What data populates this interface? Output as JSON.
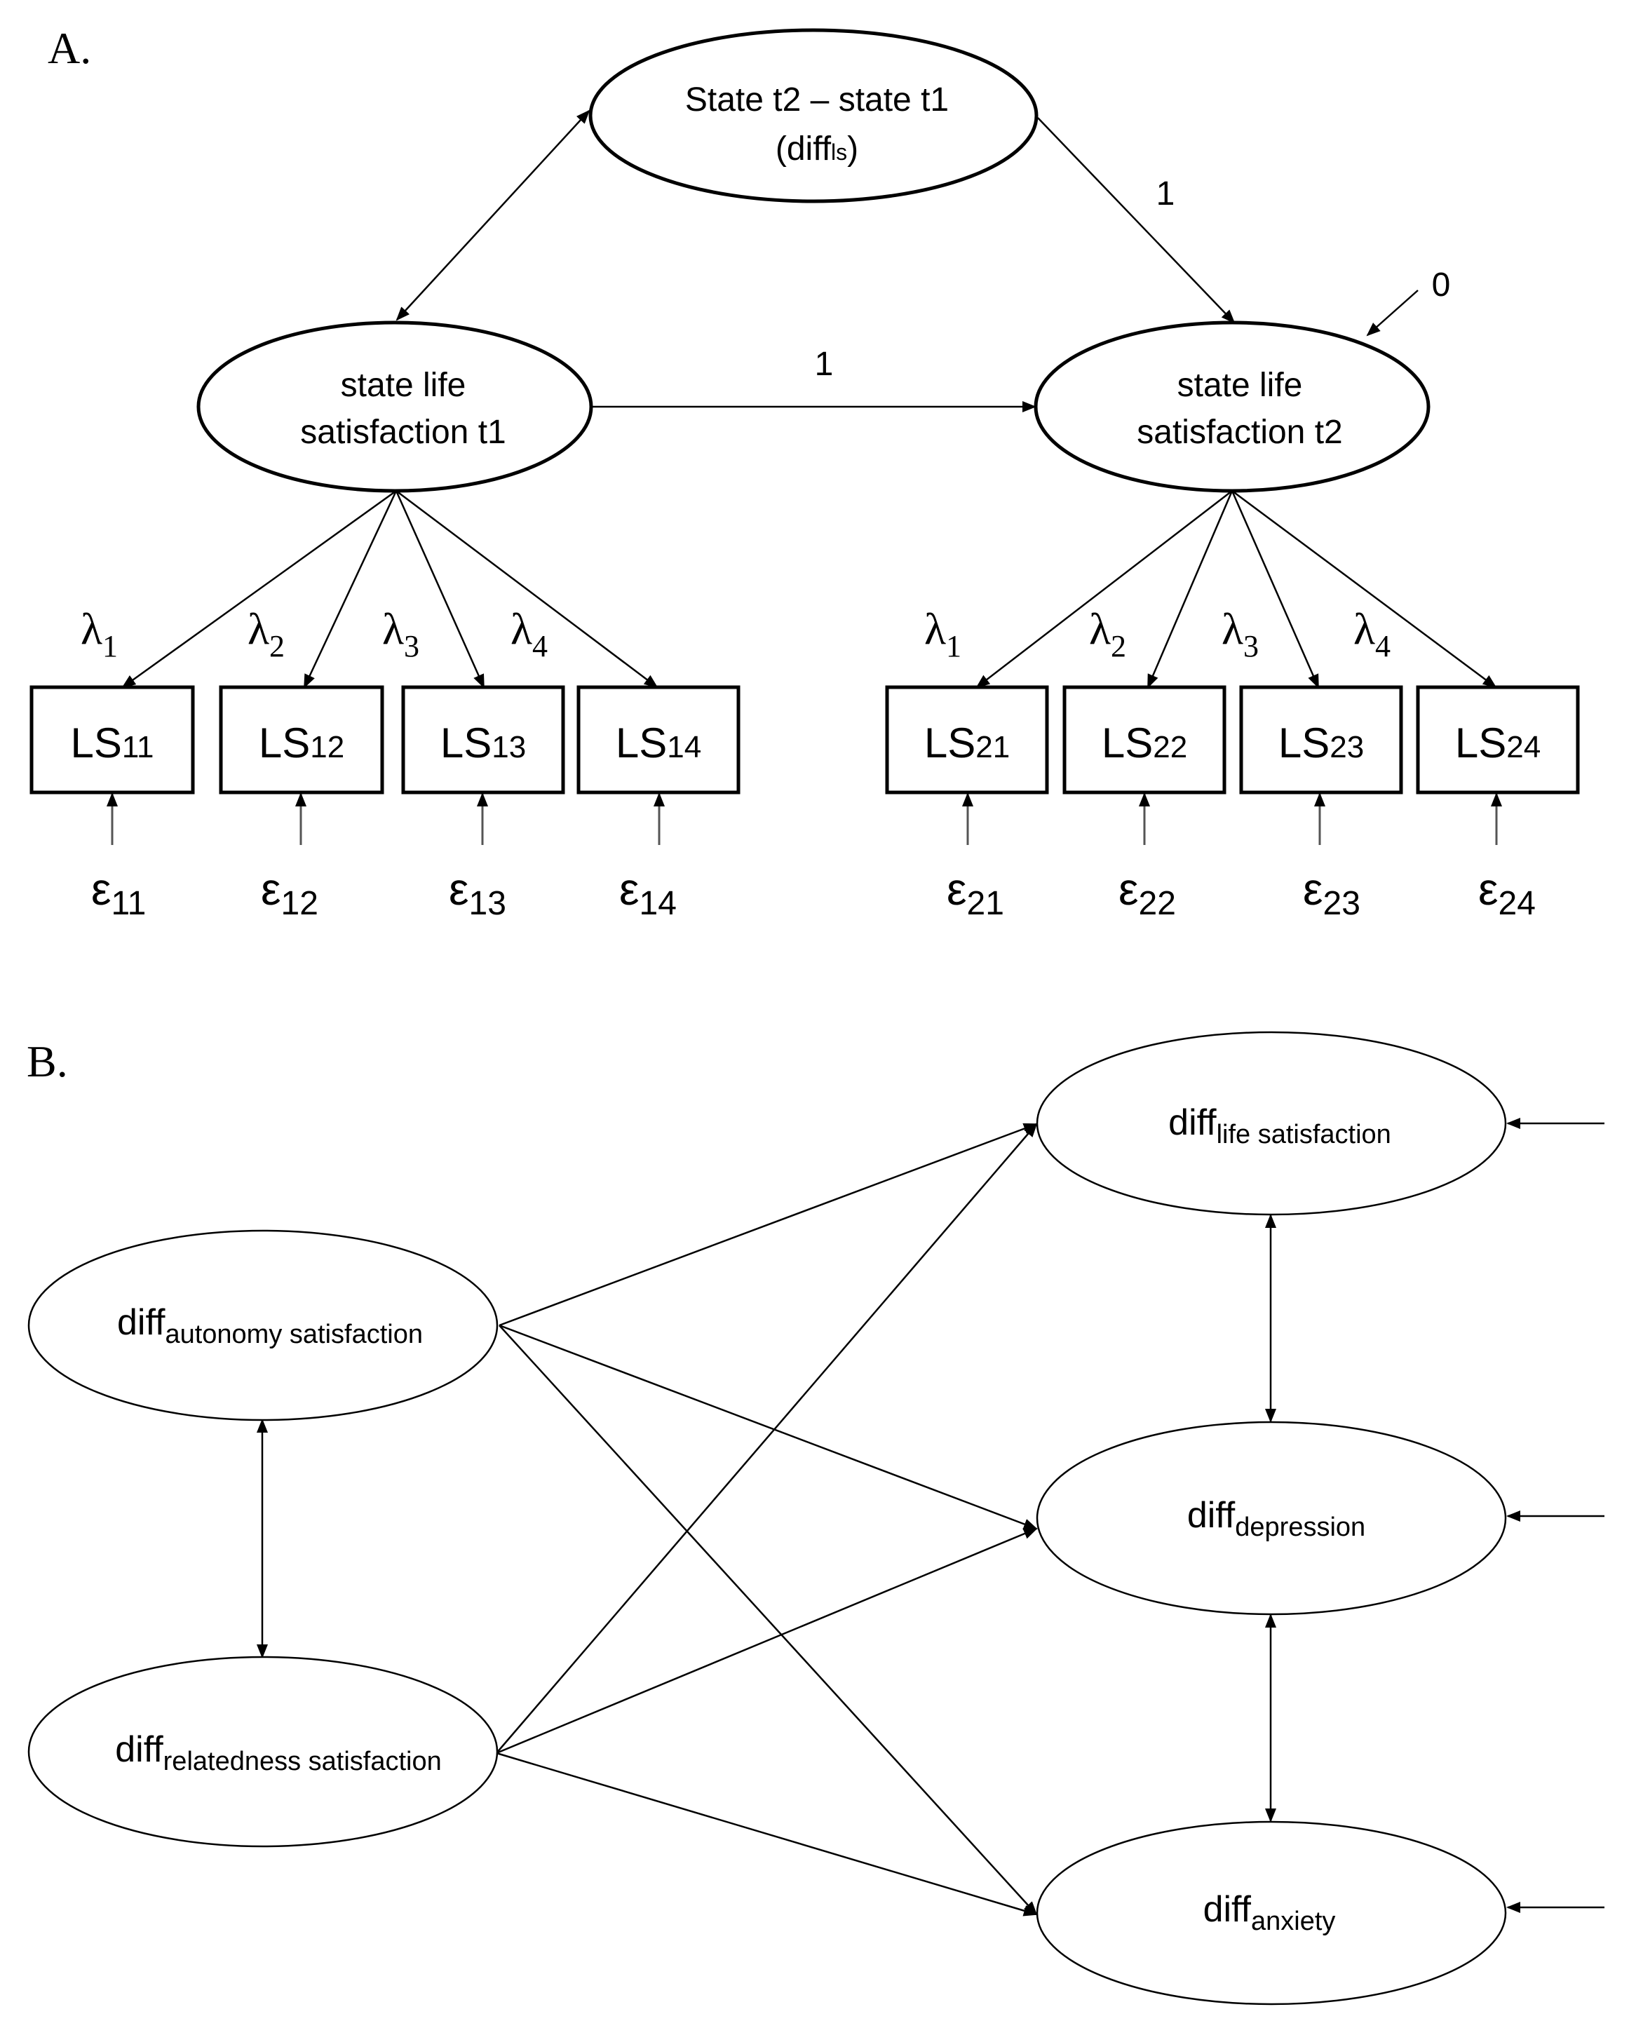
{
  "panel_a": {
    "label": "A.",
    "diff_node": {
      "line1": "State t2 – state t1",
      "line2_main": "(diff",
      "line2_sub": "ls",
      "line2_end": ")"
    },
    "state_t1": {
      "line1": "state life",
      "line2": "satisfaction t1"
    },
    "state_t2": {
      "line1": "state life",
      "line2": "satisfaction t2"
    },
    "path_diff_to_t2": "1",
    "path_t1_to_t2": "1",
    "residual_t2": "0",
    "loadings": [
      {
        "sym": "λ",
        "sub": "1"
      },
      {
        "sym": "λ",
        "sub": "2"
      },
      {
        "sym": "λ",
        "sub": "3"
      },
      {
        "sym": "λ",
        "sub": "4"
      }
    ],
    "indicators_t1": [
      {
        "main": "LS",
        "sub": "11"
      },
      {
        "main": "LS",
        "sub": "12"
      },
      {
        "main": "LS",
        "sub": "13"
      },
      {
        "main": "LS",
        "sub": "14"
      }
    ],
    "indicators_t2": [
      {
        "main": "LS",
        "sub": "21"
      },
      {
        "main": "LS",
        "sub": "22"
      },
      {
        "main": "LS",
        "sub": "23"
      },
      {
        "main": "LS",
        "sub": "24"
      }
    ],
    "errors_t1": [
      {
        "sym": "ε",
        "sub": "11"
      },
      {
        "sym": "ε",
        "sub": "12"
      },
      {
        "sym": "ε",
        "sub": "13"
      },
      {
        "sym": "ε",
        "sub": "14"
      }
    ],
    "errors_t2": [
      {
        "sym": "ε",
        "sub": "21"
      },
      {
        "sym": "ε",
        "sub": "22"
      },
      {
        "sym": "ε",
        "sub": "23"
      },
      {
        "sym": "ε",
        "sub": "24"
      }
    ]
  },
  "panel_b": {
    "label": "B.",
    "predictors": [
      {
        "main": "diff",
        "sub": "autonomy satisfaction"
      },
      {
        "main": "diff",
        "sub": "relatedness satisfaction"
      }
    ],
    "outcomes": [
      {
        "main": "diff",
        "sub": "life satisfaction"
      },
      {
        "main": "diff",
        "sub": "depression"
      },
      {
        "main": "diff",
        "sub": "anxiety"
      }
    ]
  }
}
